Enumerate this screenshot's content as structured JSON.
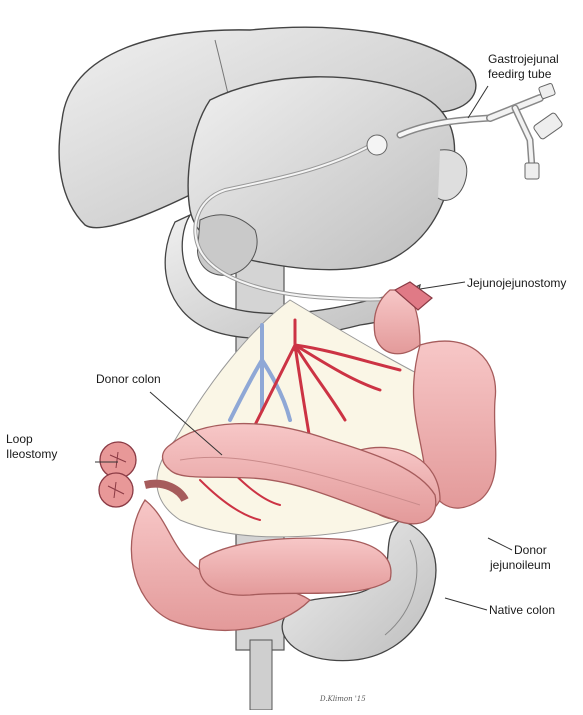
{
  "labels": {
    "gastrojejunal_line1": "Gastrojejunal",
    "gastrojejunal_line2": "feedirg tube",
    "jejunojejunostomy": "Jejunojejunostomy",
    "donor_colon": "Donor colon",
    "loop_line1": "Loop",
    "loop_line2": "Ileostomy",
    "donor_jejunoileum_line1": "Donor",
    "donor_jejunoileum_line2": "jejunoileum",
    "native_colon": "Native colon"
  },
  "signature": "D.Klimon '15",
  "colors": {
    "organ_gray": "#d9d9d9",
    "organ_gray_dark": "#b8b8b8",
    "bowel_pink": "#f2b3b3",
    "bowel_pink_dark": "#d98c8c",
    "artery_red": "#cc3344",
    "vein_blue": "#8fa8d6",
    "mesentery": "#faf6e6",
    "line": "#3a3a3a"
  }
}
